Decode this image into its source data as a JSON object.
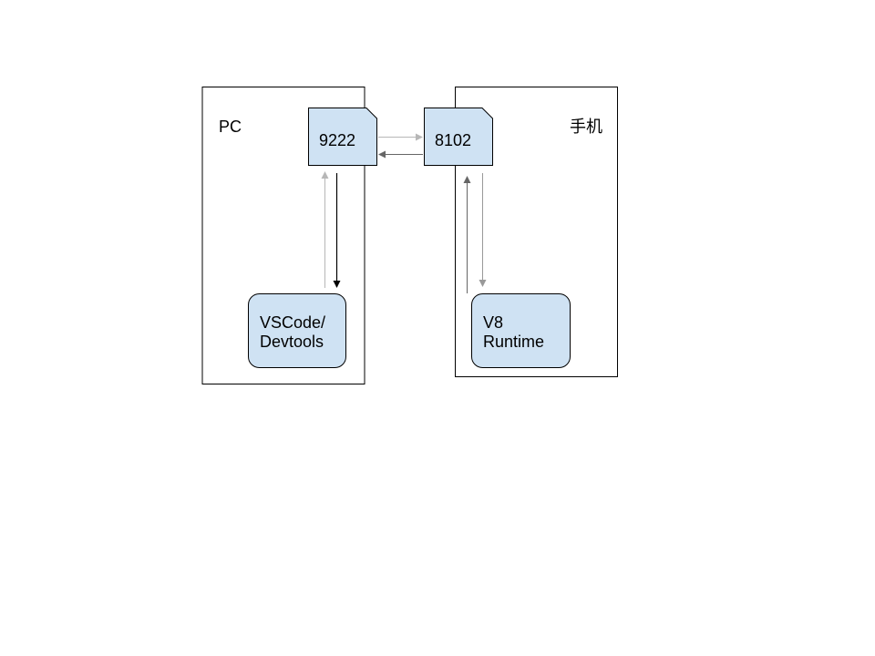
{
  "pc": {
    "label": "PC"
  },
  "phone": {
    "label": "手机"
  },
  "port_pc": {
    "label": "9222"
  },
  "port_phone": {
    "label": "8102"
  },
  "vscode": {
    "line1": "VSCode/",
    "line2": "Devtools"
  },
  "runtime": {
    "line1": "V8",
    "line2": "Runtime"
  },
  "colors": {
    "node_fill": "#cfe2f3",
    "stroke": "#000000",
    "arrow_light": "#b7b7b7",
    "arrow_mid": "#999999",
    "arrow_dark": "#666666",
    "arrow_black": "#000000"
  }
}
